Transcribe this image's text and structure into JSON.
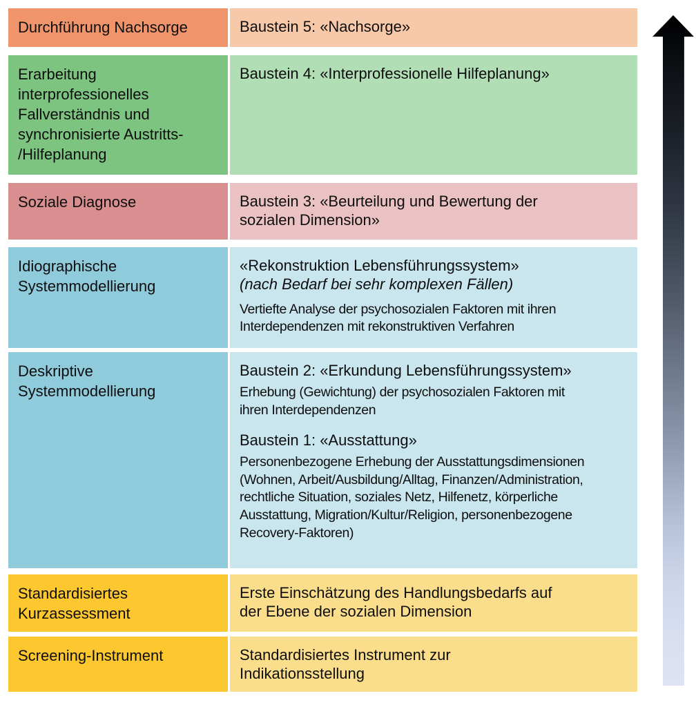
{
  "colors": {
    "orange_dark": "#F0946C",
    "orange_light": "#F8C9A9",
    "green_dark": "#7EC481",
    "green_light": "#B2DEB5",
    "red_dark": "#D98E90",
    "red_light": "#EAC2C4",
    "blue_dark": "#8FCBDB",
    "blue_light": "#C9E6EF",
    "yellow_dark": "#FDC72F",
    "yellow_light": "#FBDE8C",
    "text": "#0E0E0E",
    "arrow_top": "#000000",
    "arrow_bottom": "#DEE3F4"
  },
  "arrow": {
    "direction": "up",
    "meaning": "progression from screening (bottom) to aftercare (top)"
  },
  "rows": [
    {
      "left": "Durchführung Nachsorge",
      "right": {
        "heading": "Baustein 5: «Nachsorge»"
      }
    },
    {
      "left": "Erarbeitung\ninterprofessionelles\nFallverständnis und\nsynchronisierte Austritts-\n/Hilfeplanung",
      "right": {
        "heading": "Baustein 4: «Interprofessionelle Hilfeplanung»"
      }
    },
    {
      "left": "Soziale Diagnose",
      "right": {
        "heading": "Baustein 3: «Beurteilung und Bewertung der\nsozialen Dimension»"
      }
    },
    {
      "left": "Idiographische\nSystemmodellierung",
      "right": {
        "heading": "«Rekonstruktion Lebensführungssystem»",
        "subheading_italic": "(nach Bedarf bei sehr komplexen Fällen)",
        "body": "Vertiefte Analyse der psychosozialen Faktoren mit ihren\nInterdependenzen mit rekonstruktiven Verfahren"
      }
    },
    {
      "left": "Deskriptive\nSystemmodellierung",
      "right": {
        "heading1": "Baustein 2: «Erkundung Lebensführungssystem»",
        "body1": "Erhebung (Gewichtung) der psychosozialen Faktoren mit\nihren Interdependenzen",
        "heading2": "Baustein 1: «Ausstattung»",
        "body2": "Personenbezogene Erhebung der Ausstattungsdimensionen\n(Wohnen, Arbeit/Ausbildung/Alltag, Finanzen/Administration,\nrechtliche Situation, soziales Netz, Hilfenetz, körperliche\nAusstattung, Migration/Kultur/Religion, personenbezogene\nRecovery-Faktoren)"
      }
    },
    {
      "left": "Standardisiertes\nKurzassessment",
      "right": {
        "heading": "Erste Einschätzung des Handlungsbedarfs auf\nder Ebene der sozialen Dimension"
      }
    },
    {
      "left": "Screening-Instrument",
      "right": {
        "heading": "Standardisiertes Instrument zur\nIndikationsstellung"
      }
    }
  ]
}
